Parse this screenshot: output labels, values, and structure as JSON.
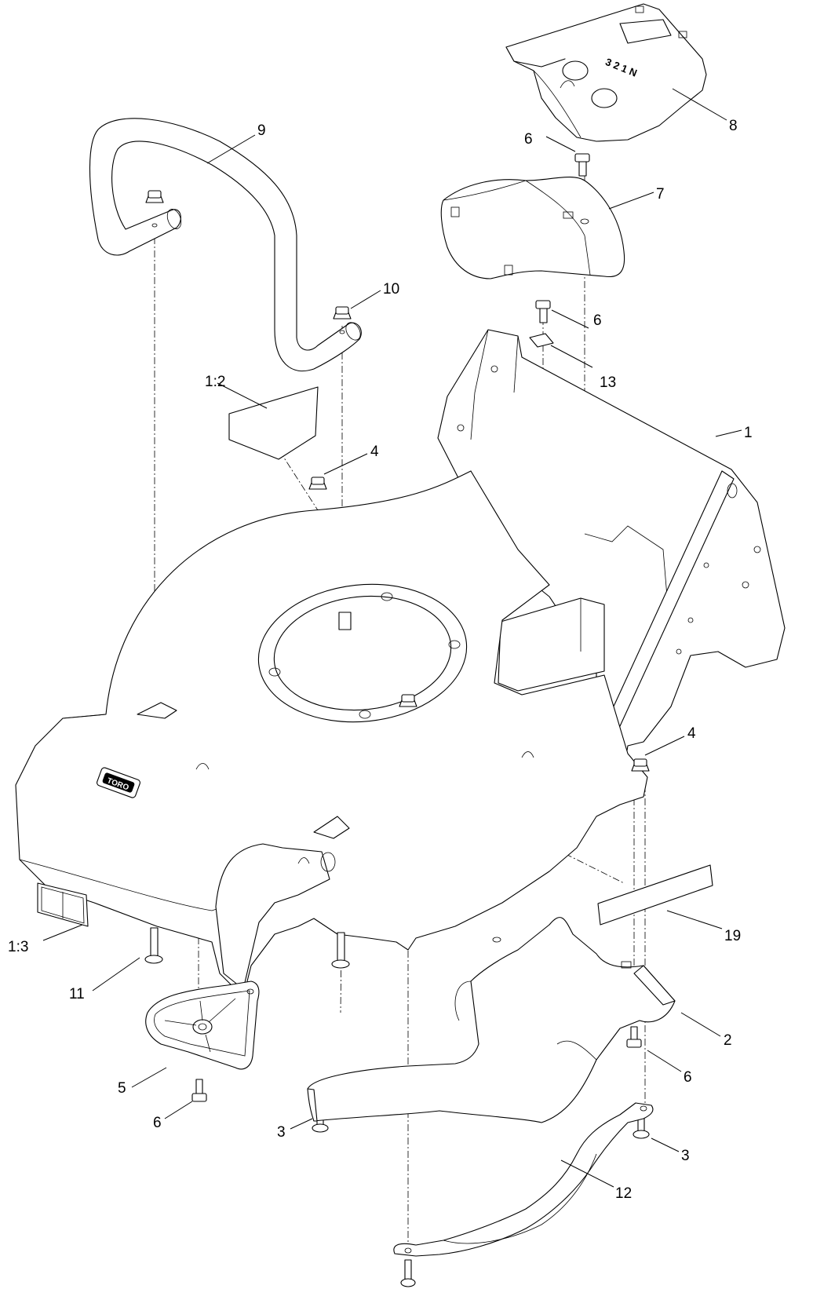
{
  "diagram": {
    "callouts": [
      {
        "id": "c9",
        "label": "9"
      },
      {
        "id": "c8",
        "label": "8"
      },
      {
        "id": "c6a",
        "label": "6"
      },
      {
        "id": "c7",
        "label": "7"
      },
      {
        "id": "c10",
        "label": "10"
      },
      {
        "id": "c6b",
        "label": "6"
      },
      {
        "id": "c13",
        "label": "13"
      },
      {
        "id": "c1-2",
        "label": "1:2"
      },
      {
        "id": "c1",
        "label": "1"
      },
      {
        "id": "c4a",
        "label": "4"
      },
      {
        "id": "c4b",
        "label": "4"
      },
      {
        "id": "c1-3",
        "label": "1:3"
      },
      {
        "id": "c19",
        "label": "19"
      },
      {
        "id": "c11",
        "label": "11"
      },
      {
        "id": "c2",
        "label": "2"
      },
      {
        "id": "c5",
        "label": "5"
      },
      {
        "id": "c6c",
        "label": "6"
      },
      {
        "id": "c6d",
        "label": "6"
      },
      {
        "id": "c3a",
        "label": "3"
      },
      {
        "id": "c3b",
        "label": "3"
      },
      {
        "id": "c12",
        "label": "12"
      }
    ],
    "shift_decal": "3 2 1 N",
    "logo_text": "TORO"
  }
}
